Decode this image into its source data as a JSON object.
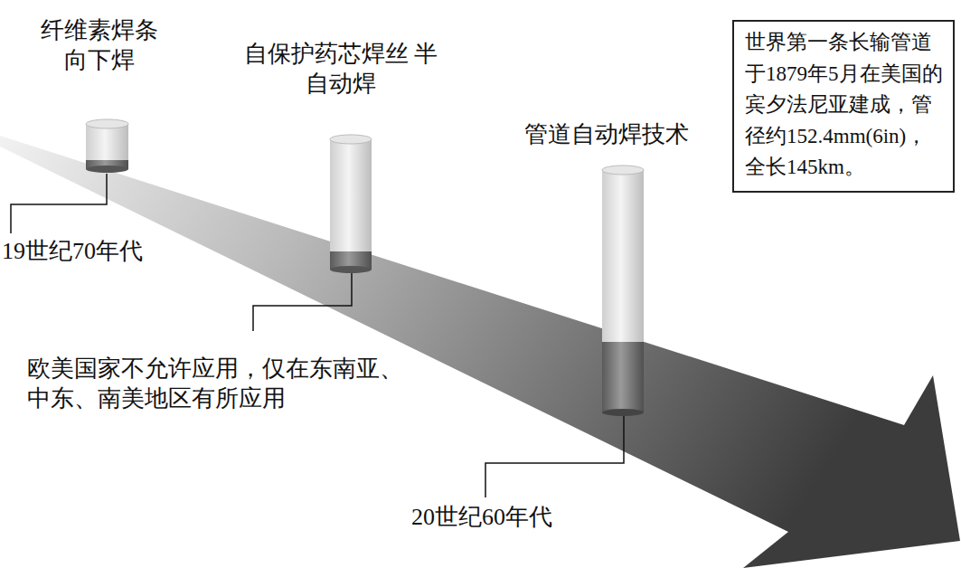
{
  "diagram": {
    "nodes": [
      {
        "text": [
          "世界第一条长输管道于1879年5月在美国的宾夕法尼亚建成，管径约152.4mm(6in)，全长145km。"
        ]
      }
    ],
    "labels": [
      "纤维素焊条 向下焊",
      "自保护药芯焊丝 半自动焊",
      "管道自动焊技术",
      "19世纪70年代",
      "欧美国家不允许应用，仅在东南亚、中东、南美地区有所应用",
      "20世纪60年代"
    ]
  }
}
